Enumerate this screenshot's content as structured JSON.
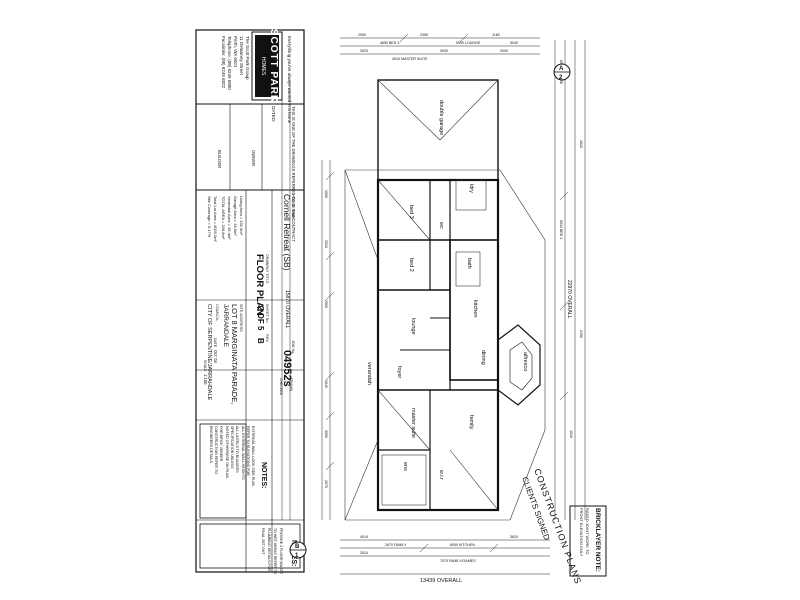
{
  "company": {
    "brand": "SCOTT PARK",
    "brand_sub": "HOMES",
    "address_lines": [
      "The Scott Park Group",
      "11 Delawney Street",
      "Perth, WA 6021",
      "Telephone: (08) 9249 6800",
      "Facsimile: (08) 9249 6822"
    ],
    "tagline": "Everything you've always wanted in a home"
  },
  "title_block": {
    "house_name_label": "HOUSE NAME",
    "house_name": "Cornell Retreat (SB)",
    "drawing_title_label": "DRAWING TITLE",
    "drawing_title": "FLOOR PLAN",
    "sheet_label": "SHEET No.",
    "sheet_value": "2 OF 5",
    "rev_label": "REV.",
    "rev_value": "B",
    "job_label": "JOB No.",
    "job_number": "04952s",
    "site_address_label": "SITE ADDRESS",
    "site_address_line1": "LOT 8 MARGINATA PARADE,",
    "site_address_line2": "JARRANDALE",
    "council_label": "COUNCIL",
    "council": "CITY OF SERPENTINE/JARRAHDALE",
    "scale_label": "SCALE",
    "scale": "1:100",
    "date_label": "DATE",
    "date": "Oct '04",
    "drawn_label": "DRAWN",
    "checked_label": "CHECKED",
    "contract_note": "THIS IS ONE OF THE DRAWINGS REFERRED TO IN THE CONTRACT",
    "dated_label": "DATED:",
    "owner_label": "OWNER",
    "builder_label": "BUILDER",
    "areas": [
      "Living Area = 151.5m²",
      "Garage Area = 39.9m²",
      "Verandah Area = 15.4m²",
      "TOTAL AREA = 206.8m²"
    ],
    "site_areas": [
      "Total Lot Area = 4000.0m²",
      "Site Coverage = 5.17%"
    ]
  },
  "notes": {
    "heading": "NOTES:",
    "lines": [
      "EXTERNAL WALL LOOK SIDE PLAN",
      "REFER TO ELEVATIONS FOR",
      "ALL EXTERNAL WALL HEIGHTS",
      "ALL LINTELS TO BUILDERS",
      "SPECIFICATION UNLESS",
      "NOTED OTHERWISE ON PLAN",
      "FOR BRICK VENEER",
      "CONSTRUCTION REFER TO",
      "ENGINEERS DETAILS"
    ]
  },
  "bricklayer": {
    "heading": "BRICKLAYER NOTE:",
    "lines": [
      "RAKED JOINT WORK TO",
      "FRONT ELEVATION ONLY"
    ]
  },
  "notes2": {
    "heading": "NOTES:",
    "lines": [
      "PROVIDE 2 FLOOR WASTE",
      "TO WET AREAS REFER TO",
      "PLUMBING DETAILS FOR",
      "FINAL SET OUT"
    ]
  },
  "plan": {
    "rooms": {
      "bed2": "bed 2",
      "bed3": "bed 3",
      "lounge": "lounge",
      "master": "master suite",
      "family": "family",
      "kitchen": "kitchen",
      "dining": "dining",
      "foyer": "foyer",
      "verandah": "verandah",
      "garage": "double garage",
      "laundry": "ldry",
      "bath": "bath",
      "ens": "ens",
      "wc": "wc",
      "wir": "w.i.r",
      "alfresco": "alfresco"
    },
    "overall_vertical": "22970 OVERALL",
    "overall_bottom": "13439 OVERALL",
    "overall_left": "15870 OVERALL",
    "stamp_line1": "CONSTRUCTION PLANS",
    "stamp_line2": "CLIENTS SIGNED",
    "section_marks": [
      "A",
      "2",
      "B",
      "1"
    ],
    "dims_top": [
      "2990",
      "4650 BED 3",
      "2350",
      "3930",
      "5990 LOUNGE",
      "1160",
      "3020",
      "5040",
      "4010 MASTER SUITE",
      "2000"
    ],
    "dims_bottom": [
      "4010",
      "2670 FAMILY",
      "6000 KITCHEN",
      "3810",
      "2510",
      "7070 FAMILY/GAMES"
    ],
    "dims_right": [
      "6990 GARAGE",
      "6510 BED 2",
      "1620",
      "2490",
      "4510"
    ],
    "dims_left": [
      "1000",
      "3310",
      "2500",
      "1640",
      "3050",
      "2670"
    ]
  }
}
